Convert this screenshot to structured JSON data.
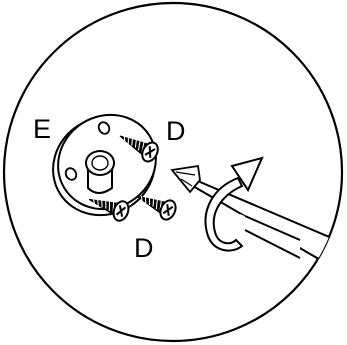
{
  "labels": {
    "bracket": "E",
    "screw_top": "D",
    "screw_bottom": "D"
  },
  "colors": {
    "ink": "#000000",
    "background": "#ffffff"
  },
  "icons": {
    "rotation_arrow": "clockwise-rotation-arrow-icon",
    "screwdriver": "phillips-screwdriver-icon",
    "screw": "phillips-wood-screw-icon"
  }
}
